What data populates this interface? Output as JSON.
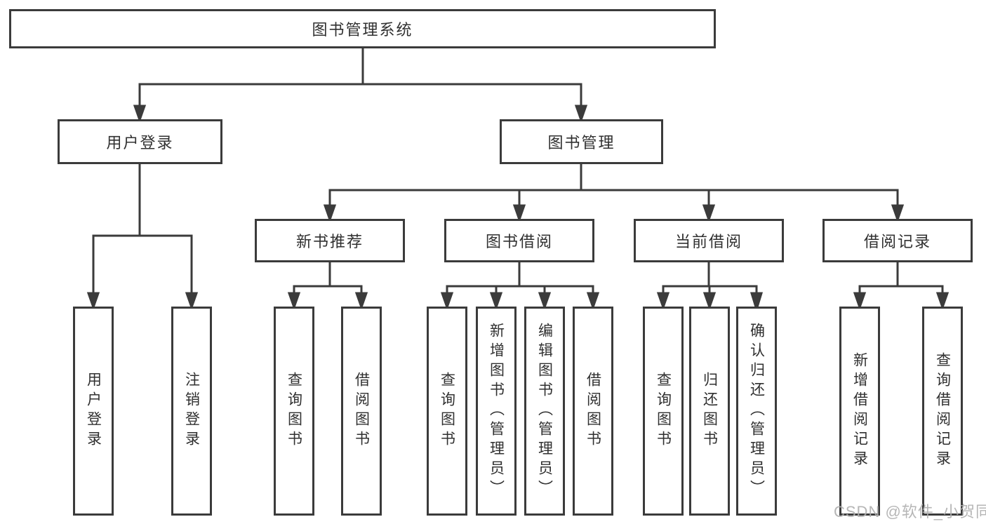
{
  "diagram": {
    "title": "图书管理系统",
    "branches": [
      {
        "label": "用户登录",
        "children": [
          {
            "label": "用户登录"
          },
          {
            "label": "注销登录"
          }
        ]
      },
      {
        "label": "图书管理",
        "children": [
          {
            "label": "新书推荐",
            "children": [
              {
                "label": "查询图书"
              },
              {
                "label": "借阅图书"
              }
            ]
          },
          {
            "label": "图书借阅",
            "children": [
              {
                "label": "查询图书"
              },
              {
                "label": "新增图书（管理员）"
              },
              {
                "label": "编辑图书（管理员）"
              },
              {
                "label": "借阅图书"
              }
            ]
          },
          {
            "label": "当前借阅",
            "children": [
              {
                "label": "查询图书"
              },
              {
                "label": "归还图书"
              },
              {
                "label": "确认归还（管理员）"
              }
            ]
          },
          {
            "label": "借阅记录",
            "children": [
              {
                "label": "新增借阅记录"
              },
              {
                "label": "查询借阅记录"
              }
            ]
          }
        ]
      }
    ]
  },
  "watermark": "CSDN @软件_小贺同学",
  "colors": {
    "line": "#3b3b3b",
    "text": "#303030",
    "watermark": "#b0b0b0",
    "background": "#ffffff"
  }
}
